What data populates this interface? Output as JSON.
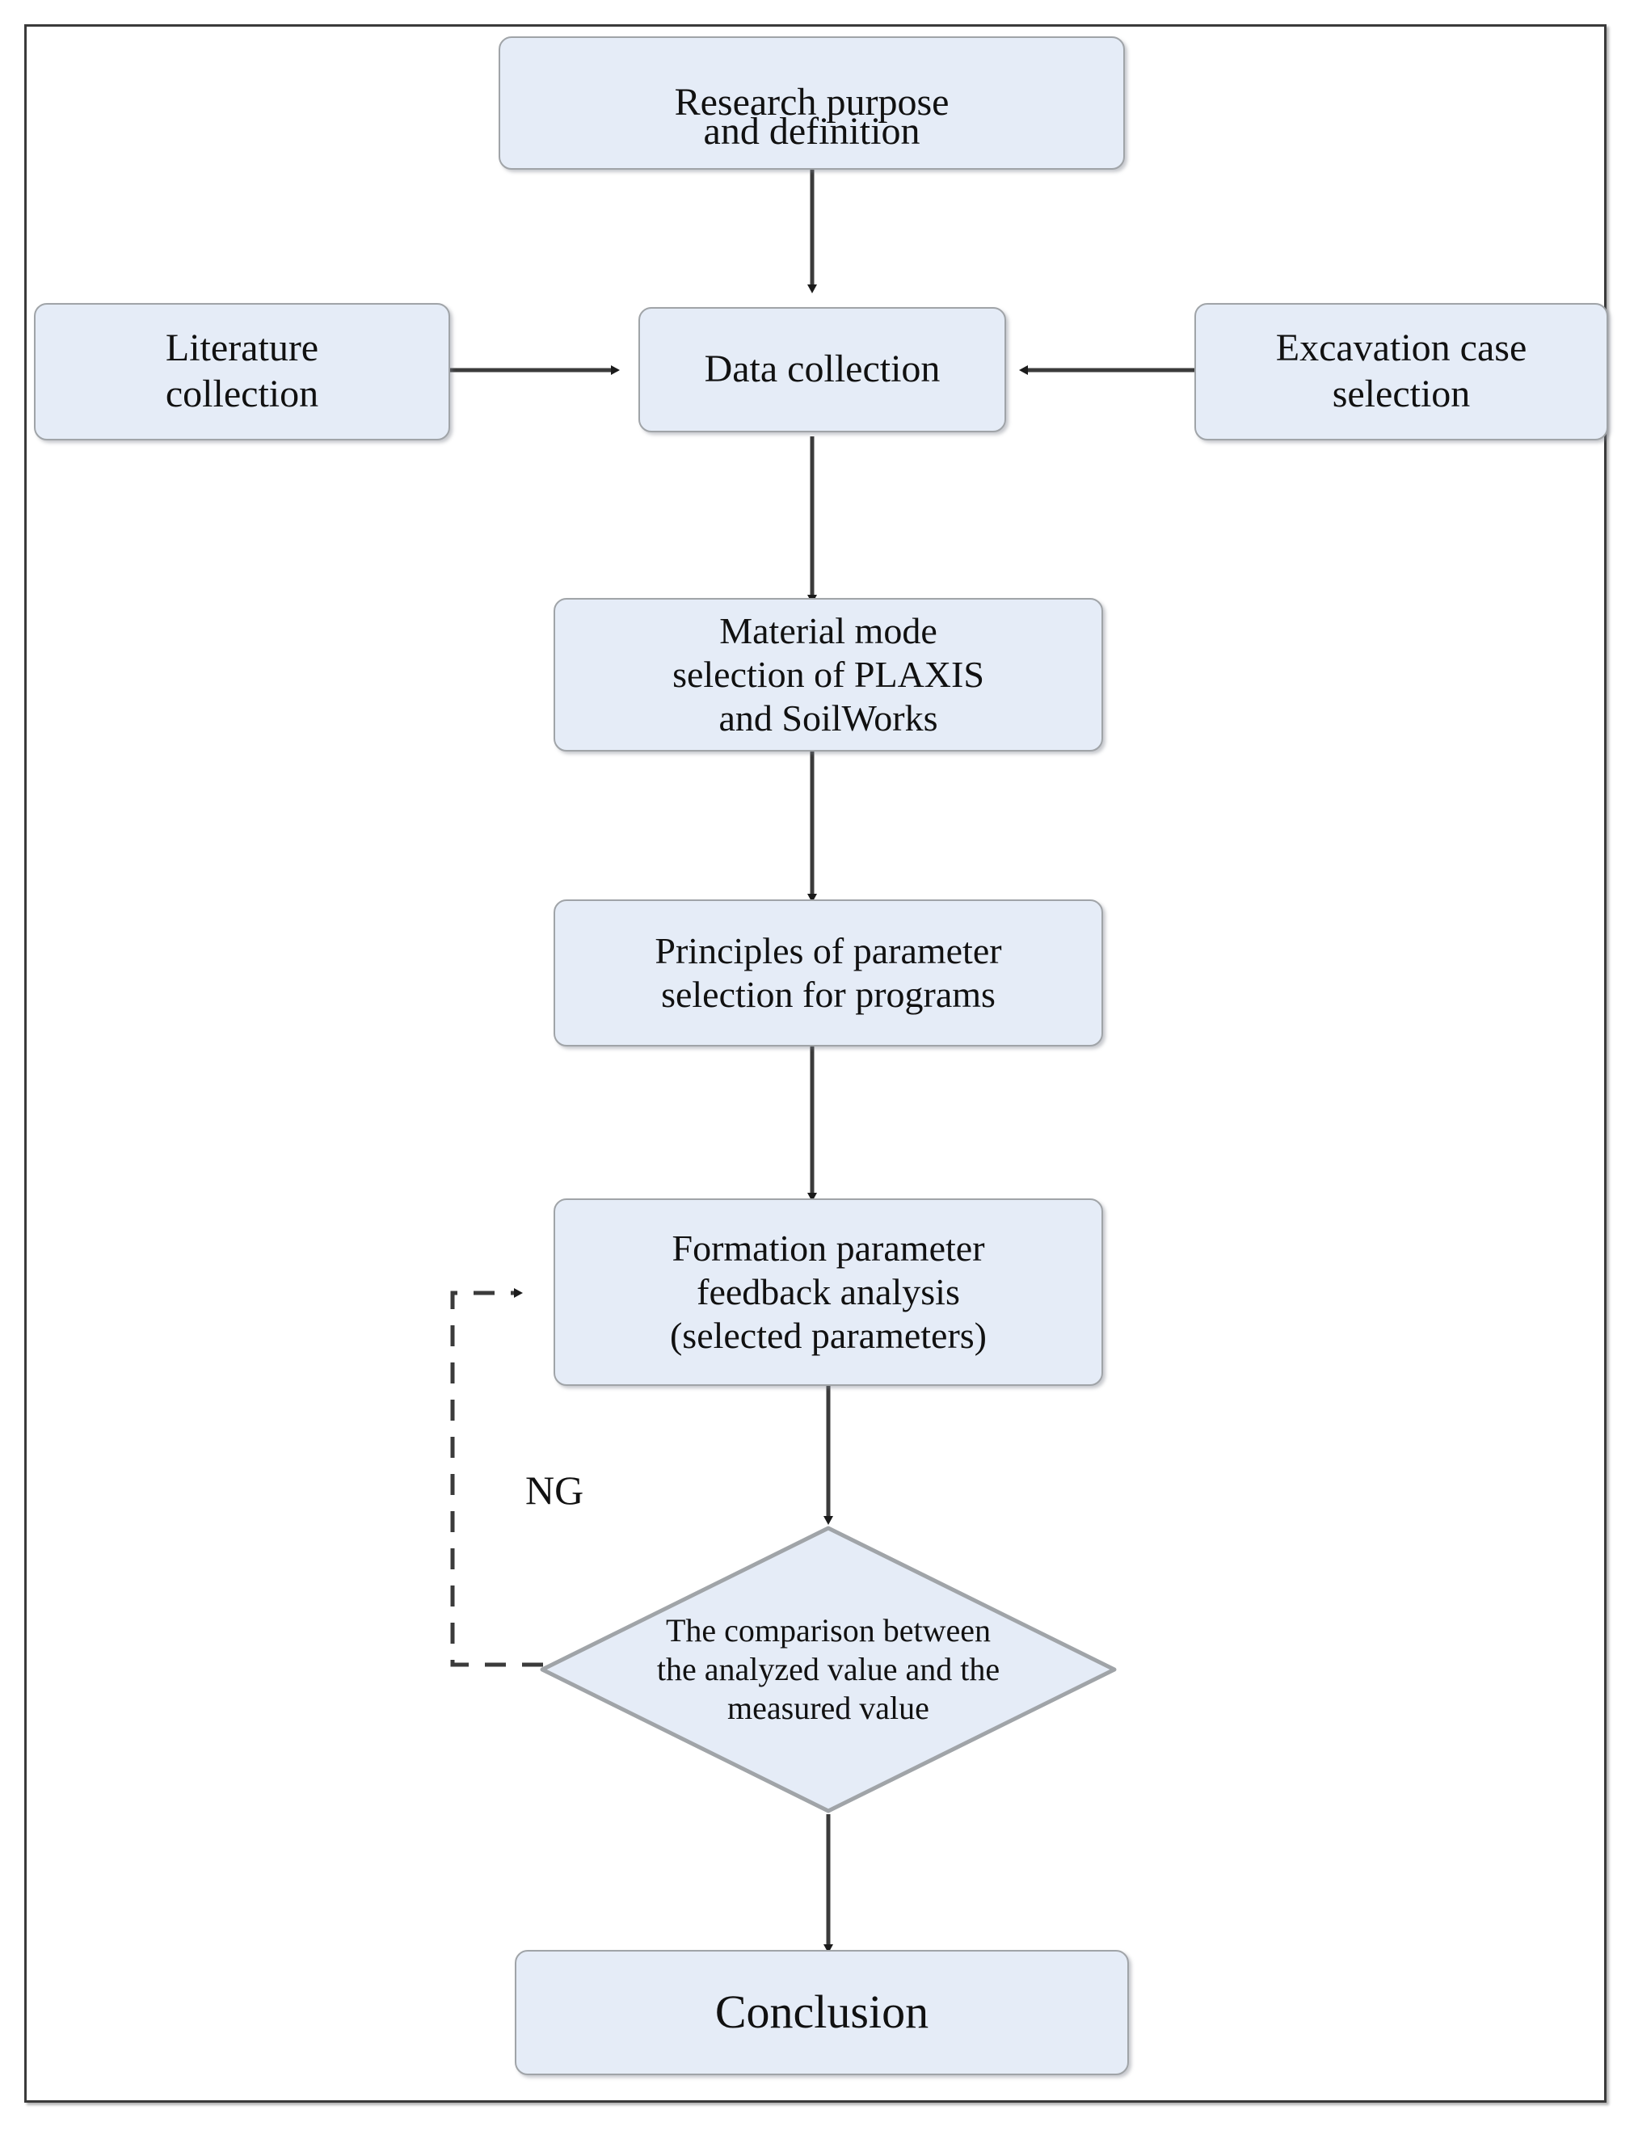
{
  "diagram": {
    "title": "Research flowchart",
    "colors": {
      "node_fill": "#e5ecf7",
      "node_border": "#a0a4a8",
      "edge": "#2b2b2b",
      "frame": "#3a3a3a",
      "text": "#111111"
    },
    "nodes": [
      {
        "id": "research-purpose",
        "shape": "rounded-rect",
        "lines": [
          "Research purpose",
          "and  definition"
        ],
        "text": "Research purpose and  definition"
      },
      {
        "id": "literature-collection",
        "shape": "rounded-rect",
        "lines": [
          "Literature",
          "collection"
        ],
        "text": "Literature collection"
      },
      {
        "id": "data-collection",
        "shape": "rounded-rect",
        "lines": [
          "Data collection"
        ],
        "text": "Data collection"
      },
      {
        "id": "excavation-case-selection",
        "shape": "rounded-rect",
        "lines": [
          "Excavation case",
          "selection"
        ],
        "text": "Excavation case selection"
      },
      {
        "id": "material-mode-selection",
        "shape": "rounded-rect",
        "lines": [
          "Material mode",
          "selection of PLAXIS",
          "and SoilWorks"
        ],
        "text": "Material mode selection of PLAXIS and SoilWorks"
      },
      {
        "id": "principles-parameter-selection",
        "shape": "rounded-rect",
        "lines": [
          "Principles of parameter",
          "selection for programs"
        ],
        "text": "Principles of parameter selection for programs"
      },
      {
        "id": "formation-parameter-feedback",
        "shape": "rounded-rect",
        "lines": [
          "Formation parameter",
          "feedback analysis",
          "(selected parameters)"
        ],
        "text": "Formation parameter feedback analysis (selected parameters)"
      },
      {
        "id": "comparison-decision",
        "shape": "diamond",
        "lines": [
          "The comparison between",
          "the analyzed value and the",
          "measured value"
        ],
        "text": "The comparison between the analyzed value and the measured value"
      },
      {
        "id": "conclusion",
        "shape": "rounded-rect",
        "lines": [
          "Conclusion"
        ],
        "text": "Conclusion"
      }
    ],
    "edges": [
      {
        "from": "research-purpose",
        "to": "data-collection",
        "style": "solid",
        "label": ""
      },
      {
        "from": "literature-collection",
        "to": "data-collection",
        "style": "solid",
        "label": ""
      },
      {
        "from": "excavation-case-selection",
        "to": "data-collection",
        "style": "solid",
        "label": ""
      },
      {
        "from": "data-collection",
        "to": "material-mode-selection",
        "style": "solid",
        "label": ""
      },
      {
        "from": "material-mode-selection",
        "to": "principles-parameter-selection",
        "style": "solid",
        "label": ""
      },
      {
        "from": "principles-parameter-selection",
        "to": "formation-parameter-feedback",
        "style": "solid",
        "label": ""
      },
      {
        "from": "formation-parameter-feedback",
        "to": "comparison-decision",
        "style": "solid",
        "label": ""
      },
      {
        "from": "comparison-decision",
        "to": "formation-parameter-feedback",
        "style": "dashed",
        "label": "NG"
      },
      {
        "from": "comparison-decision",
        "to": "conclusion",
        "style": "solid",
        "label": ""
      }
    ],
    "labels": {
      "ng": "NG"
    }
  }
}
